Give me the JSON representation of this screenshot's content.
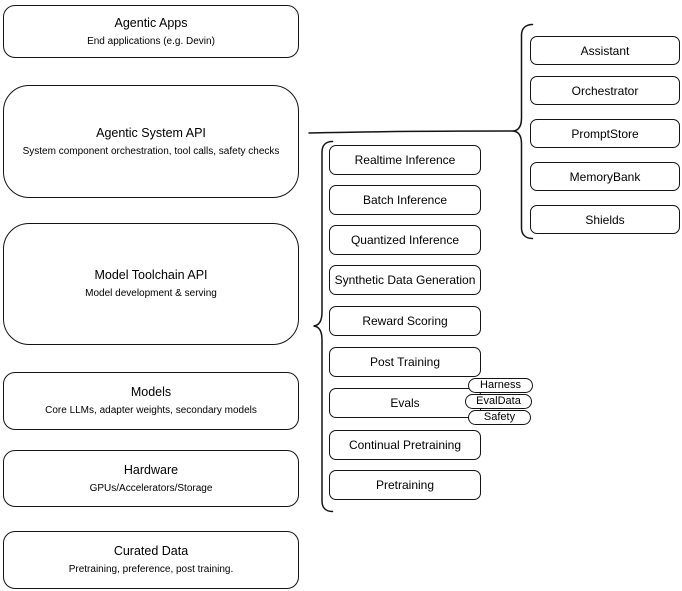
{
  "diagram": {
    "background": "#ffffff",
    "stroke_color": "#000000",
    "box_fill": "#ffffff",
    "left_stack": [
      {
        "title": "Agentic Apps",
        "subtitle": "End applications (e.g. Devin)"
      },
      {
        "title": "Agentic System API",
        "subtitle": "System component orchestration, tool calls, safety checks"
      },
      {
        "title": "Model Toolchain API",
        "subtitle": "Model development & serving"
      },
      {
        "title": "Models",
        "subtitle": "Core LLMs, adapter weights, secondary models"
      },
      {
        "title": "Hardware",
        "subtitle": "GPUs/Accelerators/Storage"
      },
      {
        "title": "Curated Data",
        "subtitle": "Pretraining, preference, post training."
      }
    ],
    "toolchain_items": [
      "Realtime Inference",
      "Batch Inference",
      "Quantized Inference",
      "Synthetic Data Generation",
      "Reward Scoring",
      "Post Training",
      "Evals",
      "Continual Pretraining",
      "Pretraining"
    ],
    "evals_tags": [
      "Harness",
      "EvalData",
      "Safety"
    ],
    "system_components": [
      "Assistant",
      "Orchestrator",
      "PromptStore",
      "MemoryBank",
      "Shields"
    ]
  }
}
